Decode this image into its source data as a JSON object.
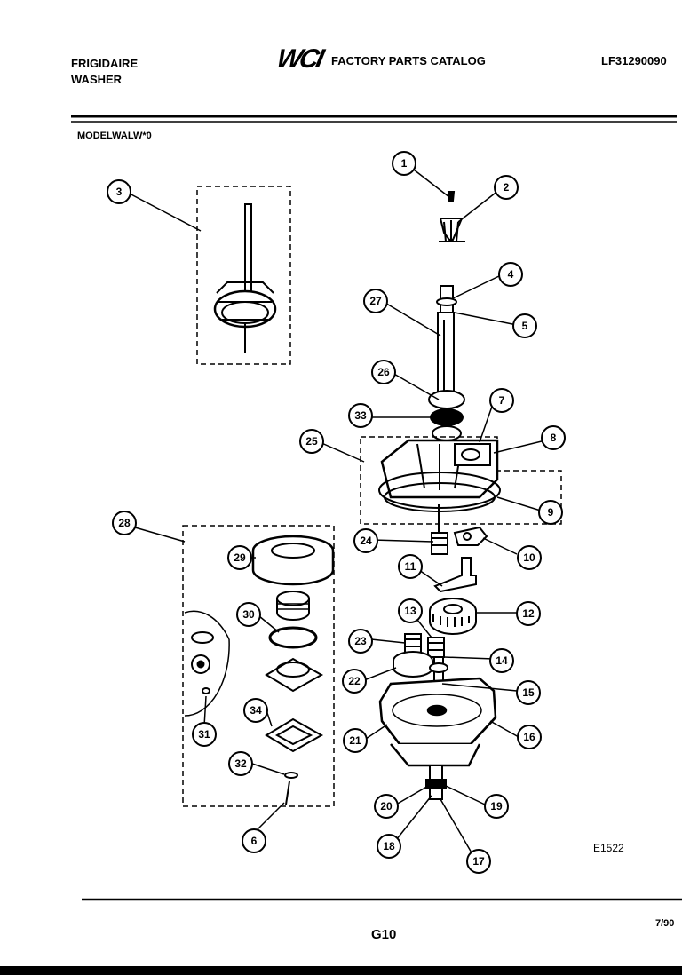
{
  "header": {
    "brand_line1": "FRIGIDAIRE",
    "brand_line2": "WASHER",
    "logo": "WCI",
    "catalog_title": "FACTORY PARTS CATALOG",
    "doc_code": "LF31290090",
    "model": "MODELWALW*0"
  },
  "footer": {
    "figure_code": "E1522",
    "page": "G10",
    "date": "7/90"
  },
  "callouts": [
    "1",
    "2",
    "3",
    "4",
    "5",
    "6",
    "7",
    "8",
    "9",
    "10",
    "11",
    "12",
    "13",
    "14",
    "15",
    "16",
    "17",
    "18",
    "19",
    "20",
    "21",
    "22",
    "23",
    "24",
    "25",
    "26",
    "27",
    "28",
    "29",
    "30",
    "31",
    "32",
    "33",
    "34"
  ]
}
